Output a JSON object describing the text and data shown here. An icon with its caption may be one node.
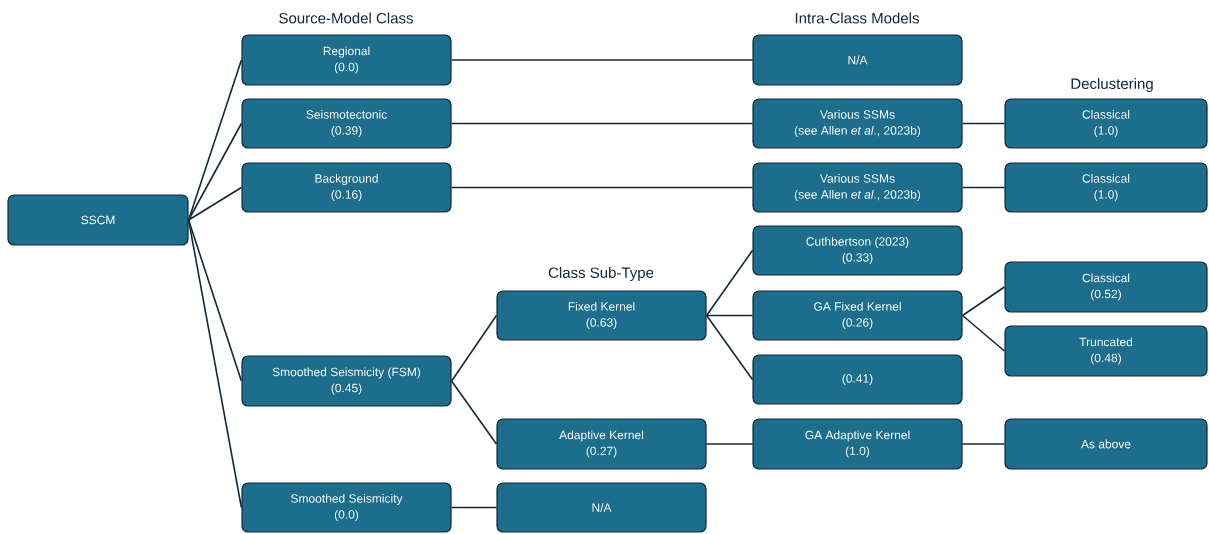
{
  "diagram": {
    "nodes": [
      {
        "text": [
          "SSCM"
        ]
      },
      {
        "text": [
          "Regional",
          "(0.0)"
        ]
      },
      {
        "text": [
          "Seismotectonic",
          "(0.39)"
        ]
      },
      {
        "text": [
          "Background",
          "(0.16)"
        ]
      },
      {
        "text": [
          "Smoothed Seismicity (FSM)",
          "(0.45)"
        ]
      },
      {
        "text": [
          "Smoothed Seismicity",
          "(0.0)"
        ]
      },
      {
        "text": [
          "Fixed Kernel",
          "(0.63)"
        ]
      },
      {
        "text": [
          "Adaptive Kernel",
          "(0.27)"
        ]
      },
      {
        "text": [
          "N/A"
        ]
      },
      {
        "text": [
          "Various SSMs",
          "(see Allen *et al*., 2023b)"
        ]
      },
      {
        "text": [
          "Various SSMs",
          "(see Allen *et al*., 2023b)"
        ]
      },
      {
        "text": [
          "Cuthbertson (2023)",
          "(0.33)"
        ]
      },
      {
        "text": [
          "GA Fixed Kernel",
          "(0.26)"
        ]
      },
      {
        "text": [
          "(0.41)"
        ]
      },
      {
        "text": [
          "GA Adaptive Kernel",
          "(1.0)"
        ]
      },
      {
        "text": [
          "N/A"
        ]
      },
      {
        "text": [
          "Classical",
          "(1.0)"
        ]
      },
      {
        "text": [
          "Classical",
          "(1.0)"
        ]
      },
      {
        "text": [
          "Classical",
          "(0.52)"
        ]
      },
      {
        "text": [
          "Truncated",
          "(0.48)"
        ]
      },
      {
        "text": [
          "As above"
        ]
      }
    ],
    "edges": [
      {
        "from": 0,
        "to": 1,
        "arrow": "none"
      },
      {
        "from": 0,
        "to": 2,
        "arrow": "none"
      },
      {
        "from": 0,
        "to": 3,
        "arrow": "none"
      },
      {
        "from": 0,
        "to": 4,
        "arrow": "none"
      },
      {
        "from": 0,
        "to": 5,
        "arrow": "none"
      },
      {
        "from": 1,
        "to": 8,
        "arrow": "none"
      },
      {
        "from": 2,
        "to": 9,
        "arrow": "none"
      },
      {
        "from": 3,
        "to": 10,
        "arrow": "none"
      },
      {
        "from": 4,
        "to": 6,
        "arrow": "none"
      },
      {
        "from": 4,
        "to": 7,
        "arrow": "none"
      },
      {
        "from": 5,
        "to": 15,
        "arrow": "none"
      },
      {
        "from": 6,
        "to": 11,
        "arrow": "none"
      },
      {
        "from": 6,
        "to": 12,
        "arrow": "none"
      },
      {
        "from": 6,
        "to": 13,
        "arrow": "none"
      },
      {
        "from": 7,
        "to": 14,
        "arrow": "none"
      },
      {
        "from": 9,
        "to": 16,
        "arrow": "none"
      },
      {
        "from": 10,
        "to": 17,
        "arrow": "none"
      },
      {
        "from": 12,
        "to": 18,
        "arrow": "none"
      },
      {
        "from": 12,
        "to": 19,
        "arrow": "none"
      },
      {
        "from": 14,
        "to": 20,
        "arrow": "none"
      }
    ],
    "labels": [
      "Source-Model Class",
      "Intra-Class Models",
      "Declustering",
      "Class Sub-Type"
    ]
  }
}
